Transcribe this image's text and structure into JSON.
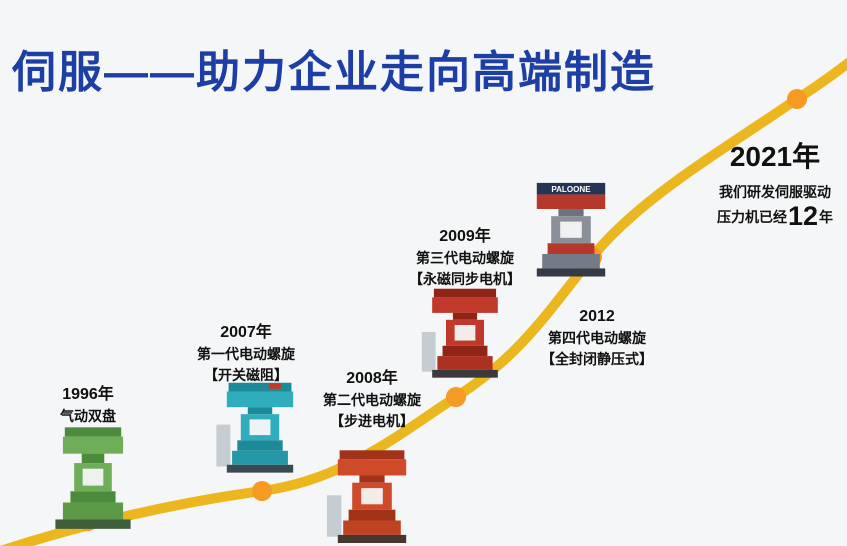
{
  "title": "伺服——助力企业走向高端制造",
  "brand": "PALOONE",
  "colors": {
    "title_blue": "#1d3fa5",
    "curve_yellow": "#ecb61e",
    "dot_orange": "#f59a23",
    "text_black": "#111111",
    "machine_green": "#6fae58",
    "machine_teal": "#2fadbd",
    "machine_red": "#c0392b"
  },
  "milestones": [
    {
      "year": "1996年",
      "line1": "气动双盘"
    },
    {
      "year": "2007年",
      "line1": "第一代电动螺旋",
      "line2": "【开关磁阻】"
    },
    {
      "year": "2008年",
      "line1": "第二代电动螺旋",
      "line2": "【步进电机】"
    },
    {
      "year": "2009年",
      "line1": "第三代电动螺旋",
      "line2": "【永磁同步电机】"
    },
    {
      "year": "2012",
      "line1": "第四代电动螺旋",
      "line2": "【全封闭静压式】"
    },
    {
      "year": "2021年",
      "line1": "我们研发伺服驱动",
      "line2_prefix": "压力机已经",
      "line2_number": "12",
      "line2_suffix": "年"
    }
  ]
}
